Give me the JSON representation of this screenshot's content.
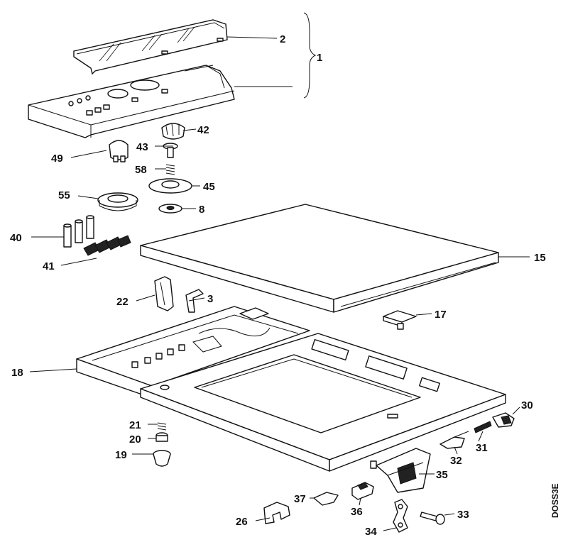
{
  "labels": {
    "l1": "1",
    "l2": "2",
    "l3": "3",
    "l8": "8",
    "l15": "15",
    "l17": "17",
    "l18": "18",
    "l19": "19",
    "l20": "20",
    "l21": "21",
    "l22": "22",
    "l26": "26",
    "l30": "30",
    "l31": "31",
    "l32": "32",
    "l33": "33",
    "l34": "34",
    "l35": "35",
    "l36": "36",
    "l37": "37",
    "l40": "40",
    "l41": "41",
    "l42": "42",
    "l43": "43",
    "l45": "45",
    "l49": "49",
    "l55": "55",
    "l58": "58"
  },
  "drawing_code": "DOSS3E"
}
